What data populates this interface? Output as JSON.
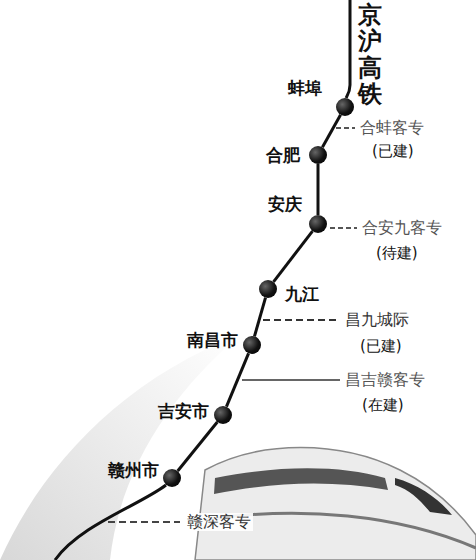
{
  "diagram": {
    "nodes": [
      {
        "text": [
          "蚌埠"
        ]
      },
      {
        "text": [
          "合肥"
        ]
      },
      {
        "text": [
          "安庆"
        ]
      },
      {
        "text": [
          "九江"
        ]
      },
      {
        "text": [
          "南昌市"
        ]
      },
      {
        "text": [
          "吉安市"
        ]
      },
      {
        "text": [
          "赣州市"
        ]
      }
    ],
    "edges": [
      {
        "from": 0,
        "to": 1,
        "arrow": "none"
      },
      {
        "from": 1,
        "to": 2,
        "arrow": "none"
      },
      {
        "from": 2,
        "to": 3,
        "arrow": "none"
      },
      {
        "from": 3,
        "to": 4,
        "arrow": "none"
      },
      {
        "from": 4,
        "to": 5,
        "arrow": "none"
      },
      {
        "from": 5,
        "to": 6,
        "arrow": "none"
      }
    ],
    "labels": [
      "京沪高铁",
      "合蚌客专",
      "(已建)",
      "合安九客专",
      "(待建)",
      "昌九城际",
      "(已建)",
      "昌吉赣客专",
      "(在建)",
      "赣深客专"
    ]
  }
}
